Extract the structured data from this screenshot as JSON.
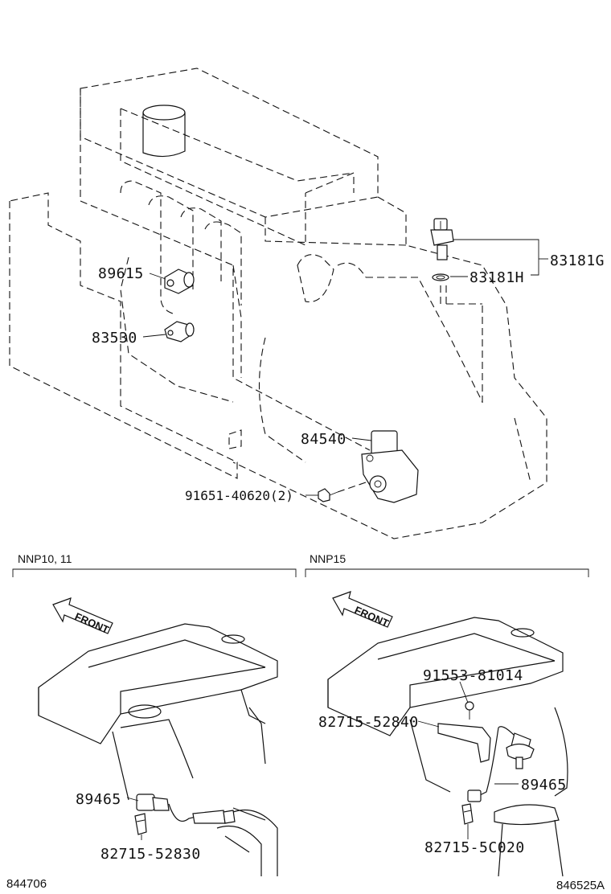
{
  "parts": {
    "p89615": "89615",
    "p83530": "83530",
    "p83181G": "83181G",
    "p83181H": "83181H",
    "p84540": "84540",
    "p91651": "91651-40620(2)",
    "p89465_left": "89465",
    "p82715_52830": "82715-52830",
    "p91553": "91553-81014",
    "p82715_52840": "82715-52840",
    "p89465_right": "89465",
    "p82715_5C020": "82715-5C020"
  },
  "sections": {
    "left": "NNP10, 11",
    "right": "NNP15"
  },
  "labels": {
    "front_left": "FRONT",
    "front_right": "FRONT"
  },
  "codes": {
    "bottom_left": "844706",
    "bottom_right": "846525A"
  }
}
